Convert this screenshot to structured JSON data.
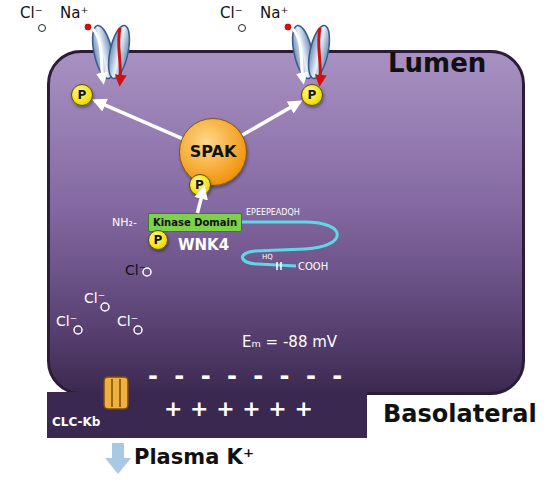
{
  "diagram": {
    "nodes": [
      {
        "text": [
          "Eₘ = -88 mV"
        ]
      },
      {
        "text": [
          "SPAK"
        ],
        "in": 0
      },
      {
        "text": [
          "P"
        ],
        "in": 1
      },
      {
        "text": [
          "Kinase Domain"
        ],
        "in": 0
      },
      {
        "text": [
          "P"
        ],
        "in": 0
      },
      {
        "text": [
          "P"
        ],
        "in": 0
      },
      {
        "text": [
          "P"
        ],
        "in": 0
      }
    ],
    "edges": [
      {
        "from": 3,
        "to": 1,
        "arrow": "to"
      },
      {
        "from": 1,
        "to": 5,
        "arrow": "to"
      },
      {
        "from": 1,
        "to": 6,
        "arrow": "to"
      }
    ],
    "labels": [
      "Cl⁻",
      "Na⁺",
      "Cl⁻",
      "Na⁺",
      "Lumen",
      "NH₂-",
      "EPEEPEADQH",
      "WNK4",
      "HQ",
      "COOH",
      "Cl⁻",
      "Cl⁻",
      "Cl⁻",
      "Cl⁻",
      "- - - - - - - -",
      "+ + + + + +",
      "CLC-Kb",
      "Basolateral",
      "Plasma K⁺"
    ]
  }
}
